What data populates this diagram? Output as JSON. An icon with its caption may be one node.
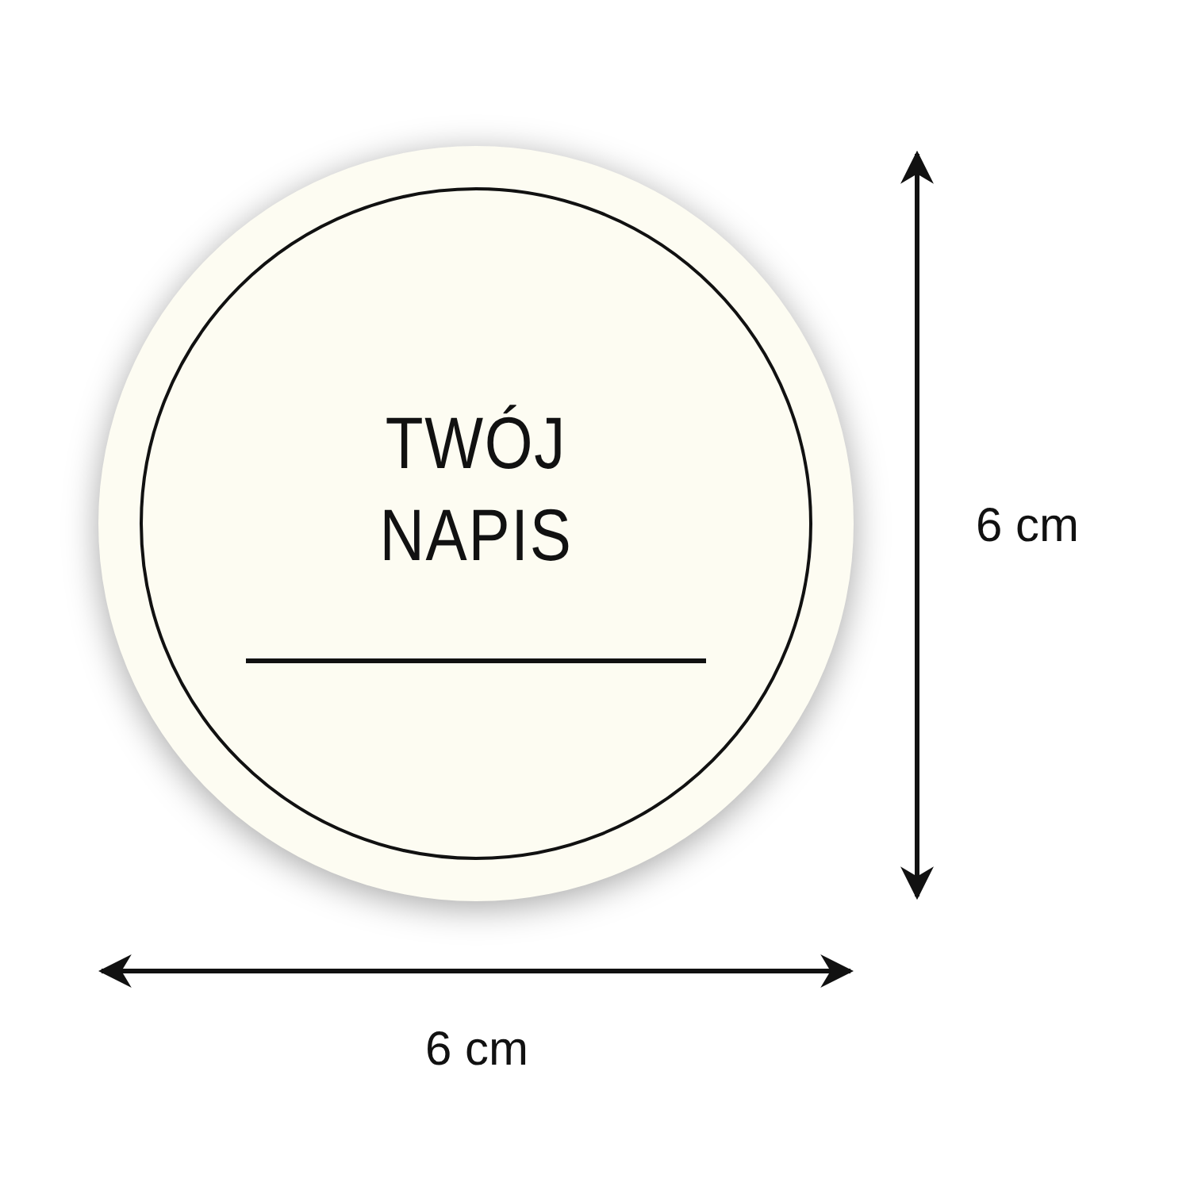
{
  "diagram": {
    "nodes": [
      {
        "text": [
          "TWÓJ NAPIS"
        ]
      }
    ],
    "edges": [],
    "labels": [
      "6 cm",
      "6 cm"
    ]
  }
}
